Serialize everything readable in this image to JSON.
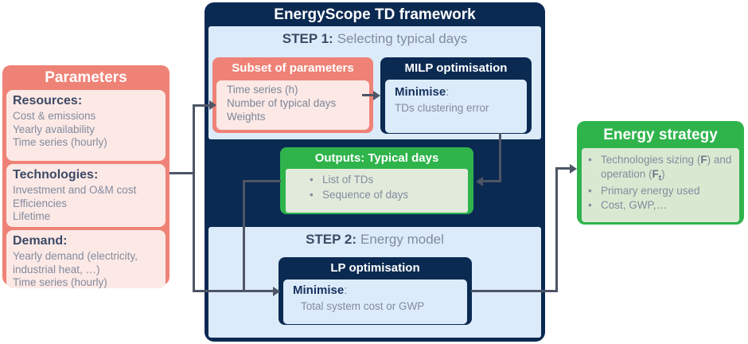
{
  "ui": {
    "bullet": "•"
  },
  "parameters": {
    "title": "Parameters",
    "sections": [
      {
        "heading": "Resources:",
        "items": [
          "Cost & emissions",
          "Yearly availability",
          "Time series (hourly)"
        ]
      },
      {
        "heading": "Technologies:",
        "items": [
          "Investment and O&M cost",
          "Efficiencies",
          "Lifetime"
        ]
      },
      {
        "heading": "Demand:",
        "items": [
          "Yearly demand (electricity, industrial heat, …)",
          "Time series (hourly)"
        ]
      }
    ]
  },
  "framework": {
    "title": "EnergyScope TD framework",
    "step1": {
      "label": "STEP 1:",
      "name": "Selecting typical days"
    },
    "subset": {
      "title": "Subset of parameters",
      "items": [
        "Time series (h)",
        "Number of typical days",
        "Weights"
      ]
    },
    "milp": {
      "title": "MILP optimisation",
      "minimise": "Minimise",
      "colon": ":",
      "objective": "TDs clustering error"
    },
    "outputs": {
      "title": "Outputs: Typical days",
      "items": [
        "List of TDs",
        "Sequence of days"
      ]
    },
    "step2": {
      "label": "STEP 2:",
      "name": "Energy model"
    },
    "lp": {
      "title": "LP optimisation",
      "minimise": "Minimise",
      "colon": ":",
      "objective": "Total system cost or GWP"
    }
  },
  "strategy": {
    "title": "Energy strategy",
    "item1": {
      "t1": "Technologies sizing (",
      "f1": "F",
      "t2": ") and operation (",
      "f2": "F",
      "sub": "t",
      "t3": ")"
    },
    "item2": "Primary energy used",
    "item3": "Cost, GWP,…"
  },
  "colors": {
    "salmon": "#ef8276",
    "light_pink": "#fce9e6",
    "navy": "#0b2a52",
    "light_blue": "#dcebfa",
    "green": "#2fb44c",
    "light_green_outputs": "#e2ebdb",
    "light_green_strategy": "#d9e9d1",
    "arrow_gray": "#4d5566",
    "text_dark": "#3d4a66",
    "text_gray": "#828b9e"
  }
}
